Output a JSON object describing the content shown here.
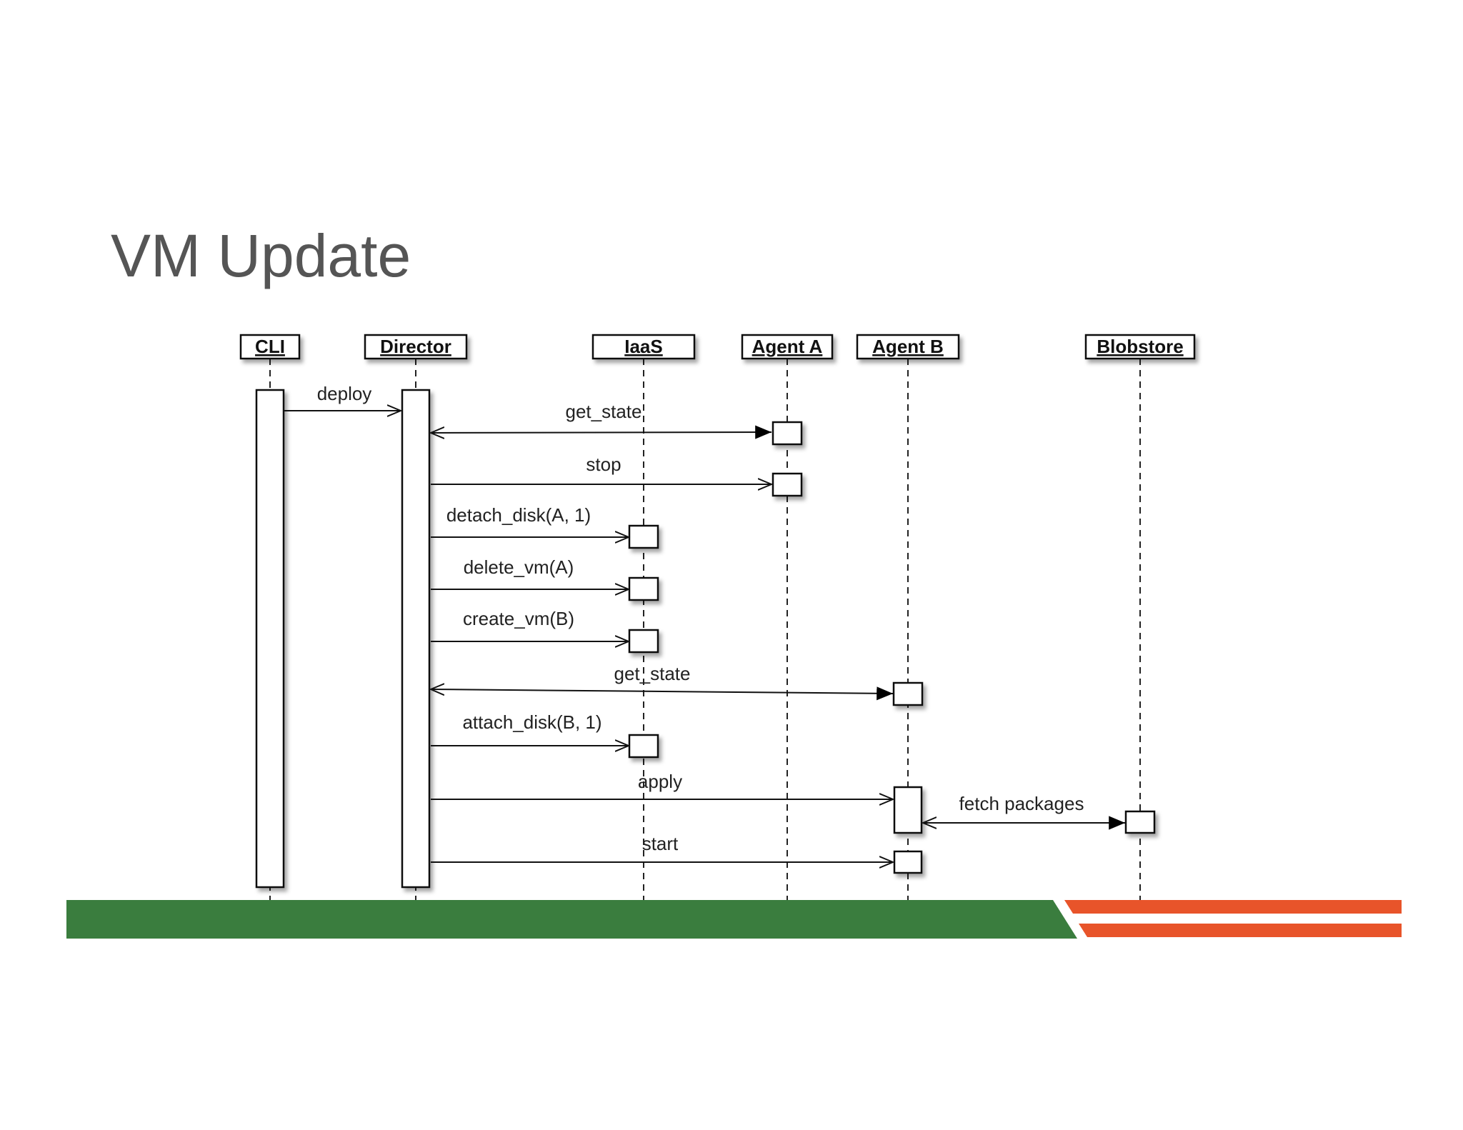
{
  "slide": {
    "title": "VM Update"
  },
  "diagram": {
    "type": "sequence",
    "participants": [
      {
        "id": "cli",
        "label": "CLI"
      },
      {
        "id": "director",
        "label": "Director"
      },
      {
        "id": "iaas",
        "label": "IaaS"
      },
      {
        "id": "agent_a",
        "label": "Agent A"
      },
      {
        "id": "agent_b",
        "label": "Agent B"
      },
      {
        "id": "blobstore",
        "label": "Blobstore"
      }
    ],
    "messages": [
      {
        "from": "CLI",
        "to": "Director",
        "label": "deploy",
        "style": "open-arrow"
      },
      {
        "from": "Director",
        "to": "Agent A",
        "label": "get_state",
        "style": "bidirectional"
      },
      {
        "from": "Director",
        "to": "Agent A",
        "label": "stop",
        "style": "open-arrow"
      },
      {
        "from": "Director",
        "to": "IaaS",
        "label": "detach_disk(A, 1)",
        "style": "open-arrow"
      },
      {
        "from": "Director",
        "to": "IaaS",
        "label": "delete_vm(A)",
        "style": "open-arrow"
      },
      {
        "from": "Director",
        "to": "IaaS",
        "label": "create_vm(B)",
        "style": "open-arrow"
      },
      {
        "from": "Director",
        "to": "Agent B",
        "label": "get_state",
        "style": "bidirectional"
      },
      {
        "from": "Director",
        "to": "IaaS",
        "label": "attach_disk(B, 1)",
        "style": "open-arrow"
      },
      {
        "from": "Director",
        "to": "Agent B",
        "label": "apply",
        "style": "open-arrow"
      },
      {
        "from": "Agent B",
        "to": "Blobstore",
        "label": "fetch packages",
        "style": "bidirectional"
      },
      {
        "from": "Director",
        "to": "Agent B",
        "label": "start",
        "style": "open-arrow"
      }
    ]
  },
  "footer": {
    "green": "#3a7d3e",
    "orange": "#e8542a"
  }
}
